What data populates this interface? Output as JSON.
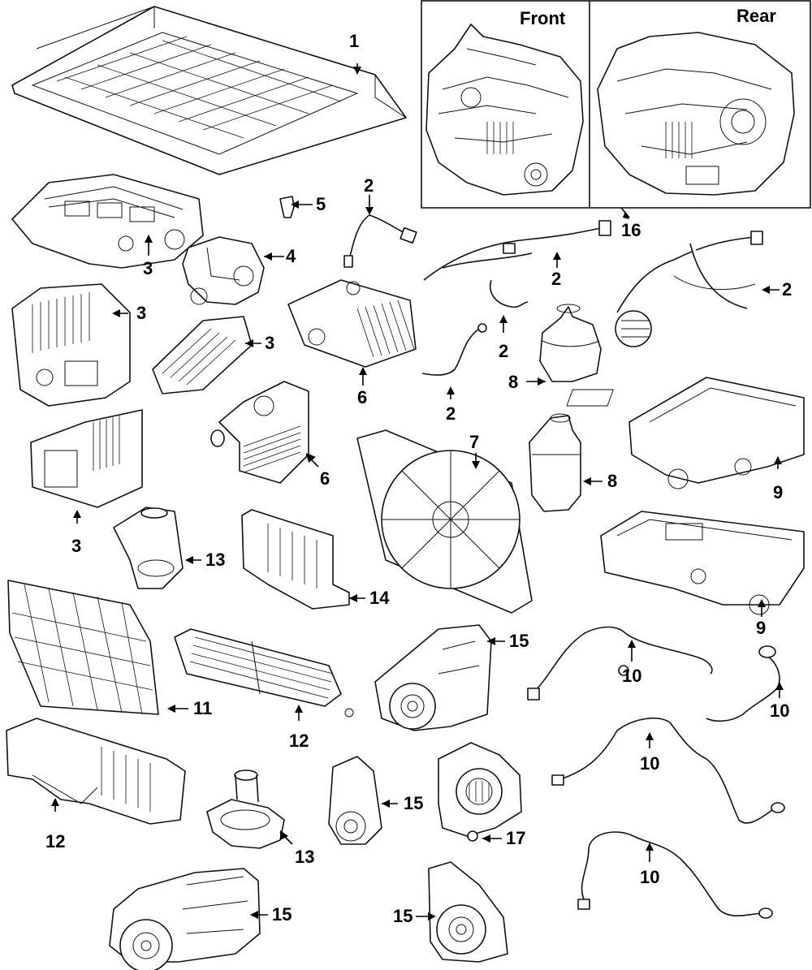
{
  "inset": {
    "front_label": "Front",
    "rear_label": "Rear",
    "callout": "16"
  },
  "callouts": {
    "battery_tray": "1",
    "harness_a": "2",
    "harness_b": "2",
    "harness_c": "2",
    "harness_d": "2",
    "harness_e": "2",
    "module_top": "3",
    "module_mid": "3",
    "module_small": "3",
    "module_bracket": "3",
    "valve": "4",
    "bolt": "5",
    "cooler_a": "6",
    "cooler_b": "6",
    "fan_shroud": "7",
    "reservoir_a": "8",
    "reservoir_b": "8",
    "inverter_a": "9",
    "inverter_b": "9",
    "hose_a": "10",
    "hose_b": "10",
    "hose_c": "10",
    "hose_d": "10",
    "radiator": "11",
    "condenser": "12",
    "air_guide": "12",
    "pump_a": "13",
    "pump_b": "13",
    "bracket_plate": "14",
    "motor_a": "15",
    "motor_b": "15",
    "motor_c": "15",
    "motor_d": "15",
    "sensor": "17"
  }
}
